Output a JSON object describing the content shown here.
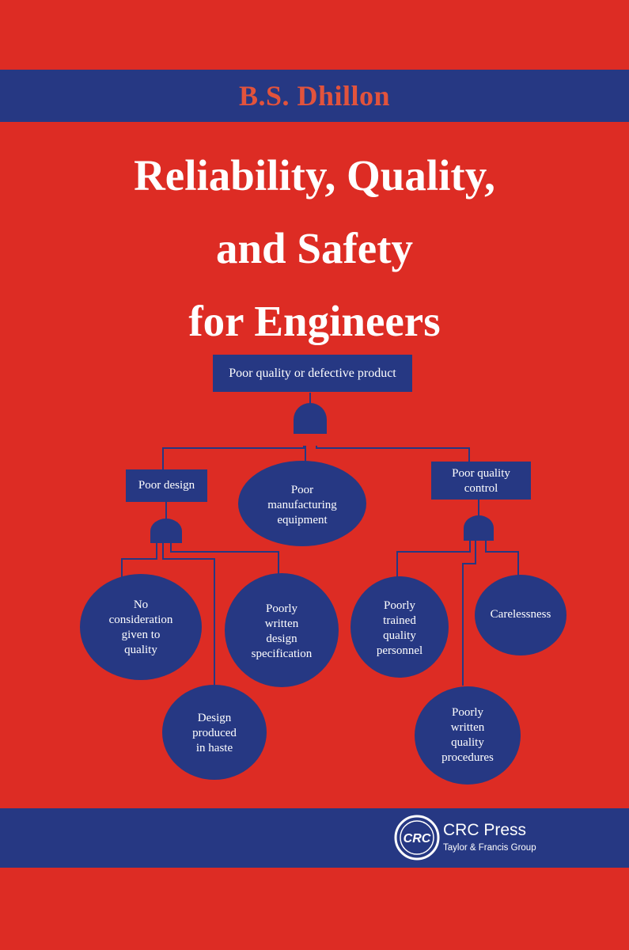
{
  "cover": {
    "author": "B.S. Dhillon",
    "title_lines": [
      "Reliability, Quality,",
      "and Safety",
      "for Engineers"
    ],
    "publisher": "CRC Press",
    "publisher_group": "Taylor & Francis Group",
    "logo_text": "CRC"
  },
  "fault_tree": {
    "top_event": "Poor quality or defective product",
    "poor_design": "Poor design",
    "poor_equipment": [
      "Poor",
      "manufacturing",
      "equipment"
    ],
    "poor_qc": [
      "Poor quality",
      "control"
    ],
    "no_consideration": [
      "No",
      "consideration",
      "given to",
      "quality"
    ],
    "poor_spec": [
      "Poorly",
      "written",
      "design",
      "specification"
    ],
    "haste": [
      "Design",
      "produced",
      "in haste"
    ],
    "poor_personnel": [
      "Poorly",
      "trained",
      "quality",
      "personnel"
    ],
    "carelessness": "Carelessness",
    "poor_procedures": [
      "Poorly",
      "written",
      "quality",
      "procedures"
    ]
  },
  "colors": {
    "background": "#dd2c24",
    "band": "#263883",
    "node": "#263883",
    "author_text": "#e2533c",
    "title_text": "#ffffff"
  }
}
